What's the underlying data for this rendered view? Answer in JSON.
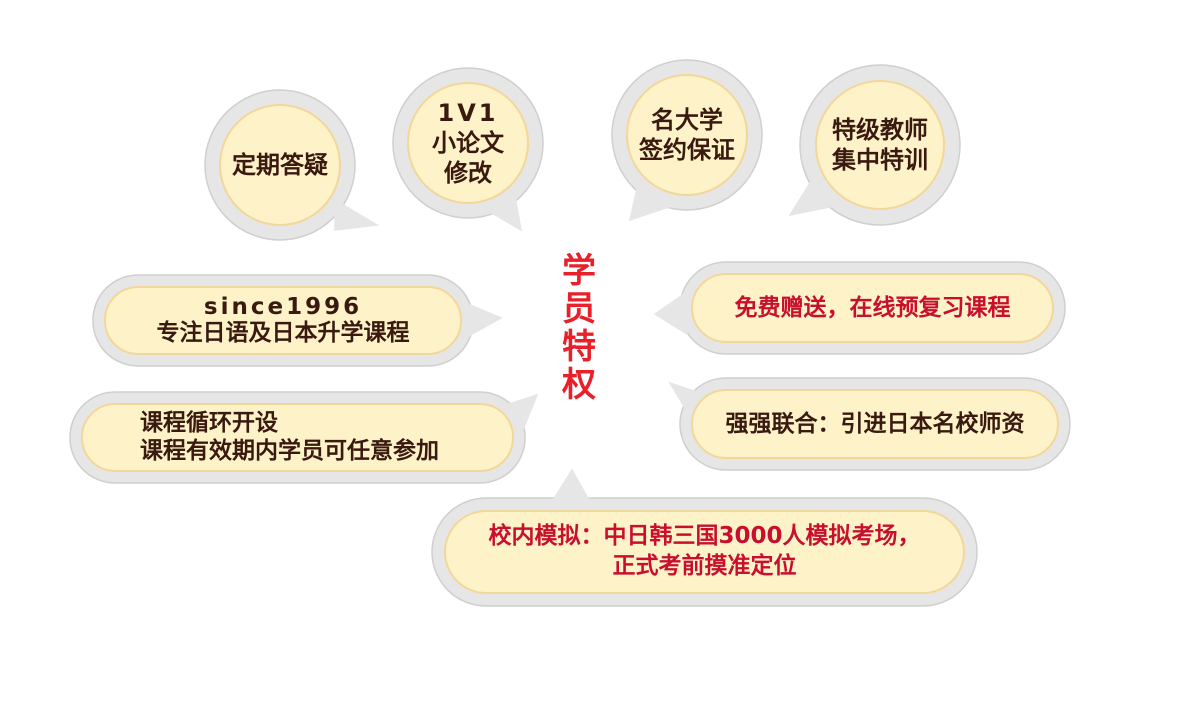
{
  "colors": {
    "outer": "#e6e6e6",
    "outer_edge": "#cfcfcf",
    "inner": "#fdf2c8",
    "inner_edge": "#f3d79a",
    "title": "#e8202a",
    "text_dark": "#3a1a10",
    "text_red": "#c8102e"
  },
  "center_title": [
    "学",
    "员",
    "特",
    "权"
  ],
  "bubbles": {
    "regular_qa": {
      "lines": [
        "定期答疑"
      ]
    },
    "paper_edit": {
      "lines": [
        "1V1",
        "小论文",
        "修改"
      ]
    },
    "university_contract": {
      "lines": [
        "名大学",
        "签约保证"
      ]
    },
    "special_teachers": {
      "lines": [
        "特级教师",
        "集中特训"
      ]
    },
    "since_1996": {
      "lines": [
        "since1996",
        "专注日语及日本升学课程"
      ]
    },
    "free_courses": {
      "lines": [
        "免费赠送，在线预复习课程"
      ]
    },
    "course_cycle": {
      "lines": [
        "课程循环开设",
        "课程有效期内学员可任意参加"
      ]
    },
    "teacher_alliance": {
      "lines": [
        "强强联合：引进日本名校师资"
      ]
    },
    "mock_exam": {
      "lines": [
        "校内模拟：中日韩三国3000人模拟考场，",
        "正式考前摸准定位"
      ]
    }
  }
}
